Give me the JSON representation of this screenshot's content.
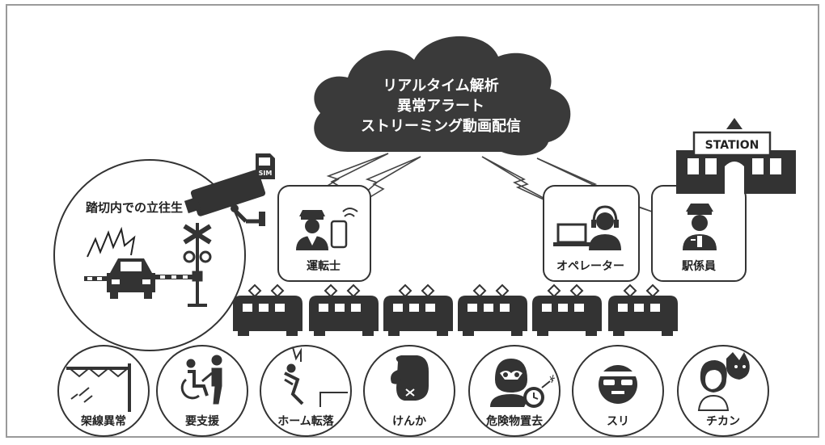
{
  "cloud": {
    "line1": "リアルタイム解析",
    "line2": "異常アラート",
    "line3": "ストリーミング動画配信"
  },
  "camera": {
    "sim_label": "SIM"
  },
  "crossing": {
    "label": "踏切内での立往生"
  },
  "station": {
    "sign": "STATION"
  },
  "roles": {
    "driver": "運転士",
    "operator": "オペレーター",
    "staff": "駅係員"
  },
  "incidents": [
    {
      "label": "架線異常"
    },
    {
      "label": "要支援"
    },
    {
      "label": "ホーム転落"
    },
    {
      "label": "けんか"
    },
    {
      "label": "危険物置去"
    },
    {
      "label": "スリ"
    },
    {
      "label": "チカン"
    }
  ],
  "colors": {
    "ink": "#333333",
    "cloud": "#3a3a3a",
    "frame": "#9a9a9a",
    "paper": "#ffffff"
  }
}
